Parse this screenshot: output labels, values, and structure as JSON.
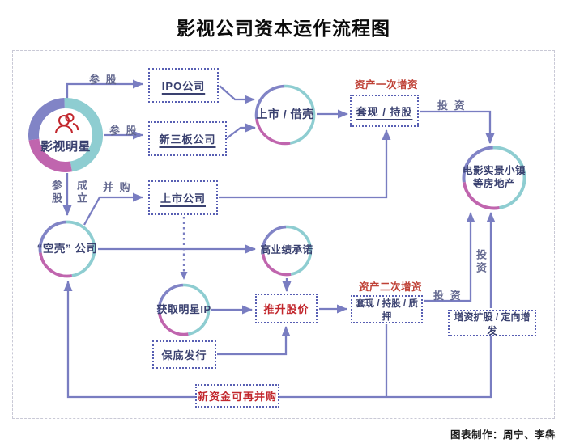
{
  "title": "影视公司资本运作流程图",
  "credit": "图表制作：周宁、李犇",
  "colors": {
    "teal": "#8ecdd1",
    "purple": "#8184c6",
    "magenta": "#c065ae",
    "arrow": "#797dc1",
    "red": "#c2272d",
    "tag_red": "#bf4136",
    "navy": "#3a4170",
    "label_gray": "#63688f",
    "box_border": "#585fb3"
  },
  "nodes": {
    "star": {
      "label": "影视明星"
    },
    "ipo": {
      "label": "IPO公司"
    },
    "xinsanban": {
      "label": "新三板公司"
    },
    "listing": {
      "label": "上市 / 借壳"
    },
    "cashout1": {
      "label": "套现 / 持股",
      "tag": "资产一次增资"
    },
    "movie_town": {
      "line1": "电影实景小镇",
      "line2": "等房地产"
    },
    "listed_co": {
      "label": "上市公司"
    },
    "shell": {
      "label": "“空壳” 公司"
    },
    "promise": {
      "label": "高业绩承诺"
    },
    "star_ip": {
      "label": "获取明星IP"
    },
    "push_price": {
      "label": "推升股价"
    },
    "cashout2": {
      "label": "套现 / 持股 / 质押",
      "tag": "资产二次增资"
    },
    "baodi": {
      "label": "保底发行"
    },
    "zengzi": {
      "label": "增资扩股 / 定向增发"
    },
    "new_funds": {
      "label": "新资金可再并购"
    }
  },
  "edge_labels": {
    "cangu_top": "参 股",
    "cangu_mid": "参 股",
    "cangu_vert": "参股",
    "chengli_vert": "成立",
    "binggou": "并 购",
    "touzi_top": "投 资",
    "touzi_mid": "投 资",
    "touzi_vert": "投资"
  }
}
